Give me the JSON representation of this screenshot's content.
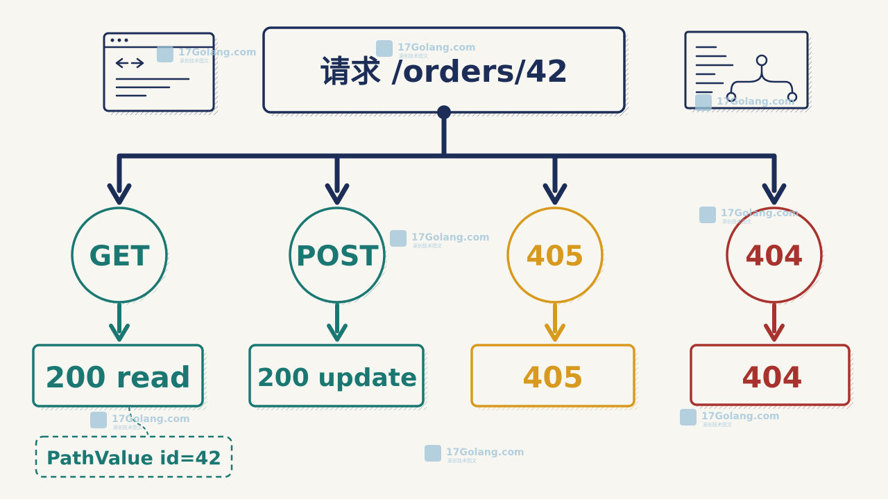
{
  "colors": {
    "navy": "#1c2d57",
    "teal": "#1a7772",
    "amber": "#d79a1e",
    "red": "#a8332e",
    "background": "#f7f6f1",
    "watermark": "#9ec3d8"
  },
  "request": {
    "label": "请求 /orders/42"
  },
  "icons": {
    "left": "browser-window-icon",
    "right": "router-document-icon"
  },
  "branches": [
    {
      "method": "GET",
      "result": "200 read",
      "color": "teal"
    },
    {
      "method": "POST",
      "result": "200 update",
      "color": "teal"
    },
    {
      "method": "405",
      "result": "405",
      "color": "amber"
    },
    {
      "method": "404",
      "result": "404",
      "color": "red"
    }
  ],
  "note": {
    "label": "PathValue id=42"
  },
  "watermark": {
    "text": "17Golang.com",
    "subtext": "源创技术图文"
  }
}
